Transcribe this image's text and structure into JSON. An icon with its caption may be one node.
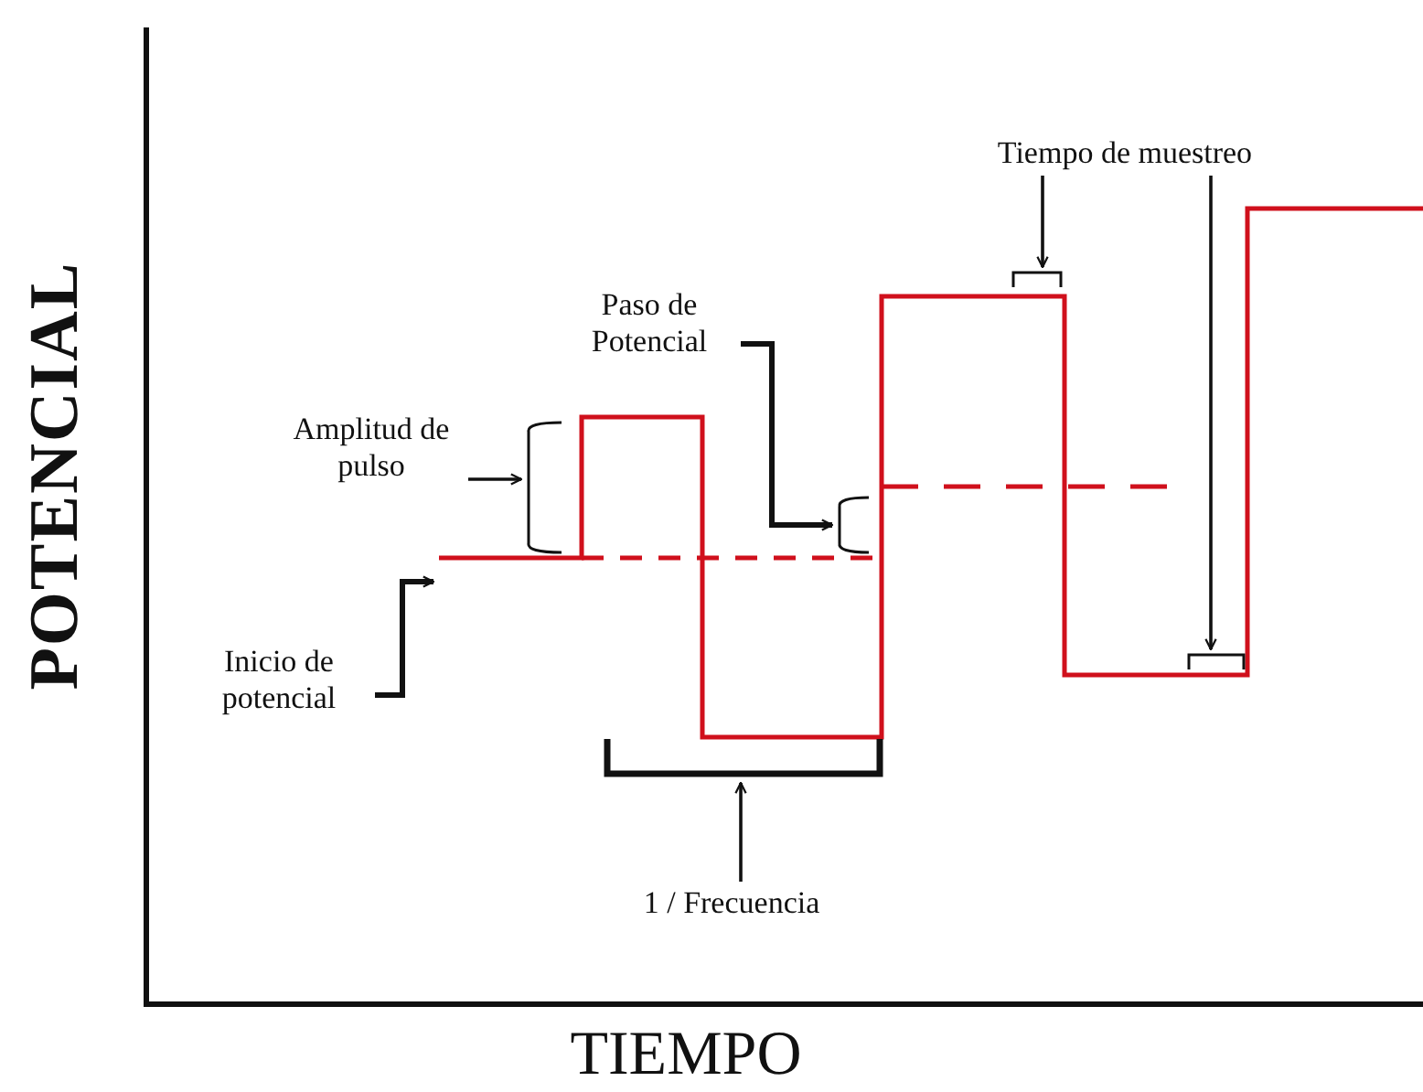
{
  "diagram": {
    "nodes": [
      {
        "text": [
          "Tiempo de muestreo"
        ]
      },
      {
        "text": [
          "Paso de Potencial"
        ]
      },
      {
        "text": [
          "Amplitud de pulso"
        ]
      },
      {
        "text": [
          "Inicio de potencial"
        ]
      },
      {
        "text": [
          "1 / Frecuencia"
        ]
      },
      {
        "text": [],
        "shape": "bracket"
      },
      {
        "text": [],
        "shape": "bracket"
      },
      {
        "text": [],
        "shape": "bracket"
      },
      {
        "text": [],
        "shape": "bracket"
      },
      {
        "text": [],
        "shape": "bracket"
      }
    ],
    "edges": [
      {
        "from": 0,
        "to": 5,
        "arrow": "to"
      },
      {
        "from": 0,
        "to": 6,
        "arrow": "to"
      },
      {
        "from": 1,
        "to": 7,
        "arrow": "to"
      },
      {
        "from": 2,
        "to": 8,
        "arrow": "to"
      },
      {
        "from": 3,
        "to": null,
        "arrow": "to"
      },
      {
        "from": 4,
        "to": 9,
        "arrow": "to"
      }
    ],
    "labels": [
      "POTENCIAL",
      "TIEMPO"
    ]
  }
}
